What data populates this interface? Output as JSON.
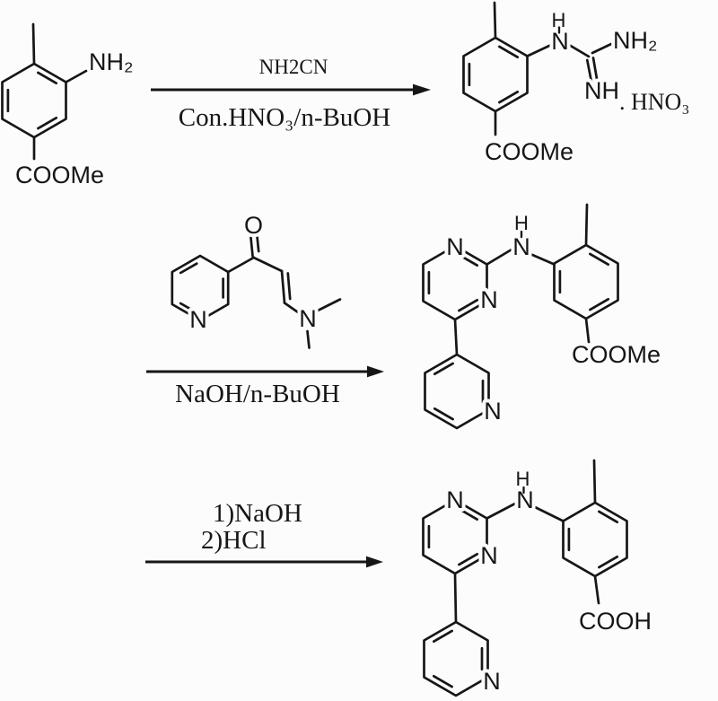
{
  "scheme": {
    "background_color": "#fcfcfc",
    "ink_color": "#161616",
    "steps": [
      {
        "reagents_above": "NH2CN",
        "conditions_below": "Con.HNO₃/n-BuOH"
      },
      {
        "conditions_below": "NaOH/n-BuOH"
      },
      {
        "conditions_above_line1": "1)NaOH",
        "conditions_above_line2": "2)HCl"
      }
    ],
    "molecules": {
      "aminotoluate": {
        "amine": "NH₂",
        "ester": "COOMe"
      },
      "guanidine_nitrate": {
        "anilino_h": "H",
        "anilino_n": "N",
        "terminal_amine": "NH₂",
        "imine": "NH",
        "nitrate_salt": ". HNO₃",
        "ester": "COOMe"
      },
      "enaminone": {
        "carbonyl_o": "O",
        "pyridine_n": "N",
        "dimethylamino_n": "N"
      },
      "ester_intermediate": {
        "pyrimidine_n1": "N",
        "pyrimidine_n3": "N",
        "anilino_h": "H",
        "anilino_n": "N",
        "ester": "COOMe",
        "pyridine_n": "N"
      },
      "acid_product": {
        "pyrimidine_n1": "N",
        "pyrimidine_n3": "N",
        "anilino_h": "H",
        "anilino_n": "N",
        "acid": "COOH",
        "pyridine_n": "N"
      }
    }
  }
}
